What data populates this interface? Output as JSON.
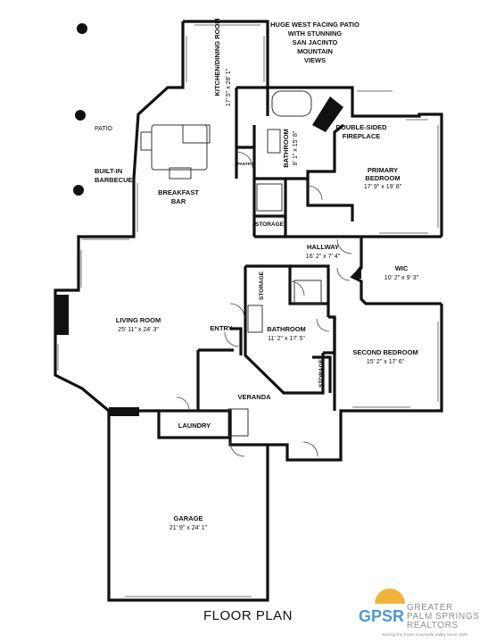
{
  "view_note": "HUGE WEST FACING PATIO\nWITH STUNNING\nSAN JACINTO\nMOUNTAIN\nVIEWS",
  "footer_title": "FLOOR PLAN",
  "brand": {
    "mark": "GPSR",
    "line1": "GREATER",
    "line2": "PALM SPRINGS",
    "line3": "REALTORS",
    "tagline": "Serving the Entire Coachella Valley Since 1929",
    "color_mark": "#4a9ad4",
    "color_sun": "#f2b33a",
    "color_text": "#8a8f96"
  },
  "rooms": {
    "patio": "PATIO",
    "barbecue": "BUILT-IN\nBARBECUE",
    "kitchen": "KITCHEN/DINING ROOM",
    "kitchen_dim": "17' 5\" x 28' 1\"",
    "breakfast": "BREAKFAST\nBAR",
    "pantry": "PANTRY",
    "bathroom1": "BATHROOM",
    "bathroom1_dim": "8' 1\" x 15' 8\"",
    "storage_a": "STORAGE",
    "fireplace": "DOUBLE-SIDED\nFIREPLACE",
    "primary": "PRIMARY\nBEDROOM",
    "primary_dim": "17' 9\" x 19' 8\"",
    "hallway": "HALLWAY",
    "hallway_dim": "16' 2\" x 7' 4\"",
    "wic": "WIC",
    "wic_dim": "10' 2\" x 9' 3\"",
    "storage_b": "STORAGE",
    "living": "LIVING ROOM",
    "living_dim": "25' 11\" x 24' 3\"",
    "entry": "ENTRY",
    "bathroom2": "BATHROOM",
    "bathroom2_dim": "11' 2\" x 17' 5\"",
    "second": "SECOND BEDROOM",
    "second_dim": "15' 2\" x 17' 6\"",
    "storage_c": "STORAGE",
    "veranda": "VERANDA",
    "laundry": "LAUNDRY",
    "garage": "GARAGE",
    "garage_dim": "21' 9\" x 24' 1\""
  }
}
